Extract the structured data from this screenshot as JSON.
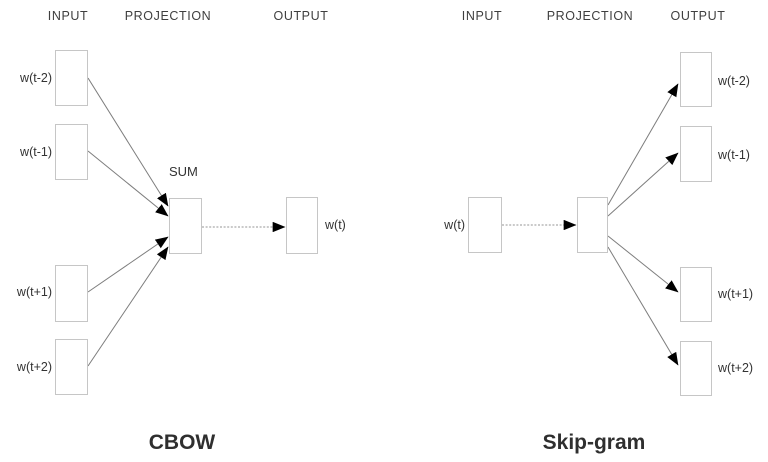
{
  "figure": {
    "cbow": {
      "headers": {
        "input": "INPUT",
        "projection": "PROJECTION",
        "output": "OUTPUT"
      },
      "context_words": [
        "w(t-2)",
        "w(t-1)",
        "w(t+1)",
        "w(t+2)"
      ],
      "sum_label": "SUM",
      "target_word": "w(t)",
      "caption": "CBOW"
    },
    "skipgram": {
      "headers": {
        "input": "INPUT",
        "projection": "PROJECTION",
        "output": "OUTPUT"
      },
      "input_word": "w(t)",
      "context_words": [
        "w(t-2)",
        "w(t-1)",
        "w(t+1)",
        "w(t+2)"
      ],
      "caption": "Skip-gram"
    },
    "colors": {
      "box_border": "#c6c6c6",
      "connector_line": "#7d7d7d",
      "arrowhead": "#000000",
      "label_text": "#333333",
      "header_text": "#3f3f3f",
      "caption_text": "#2f2f2f",
      "background": "#ffffff"
    }
  }
}
